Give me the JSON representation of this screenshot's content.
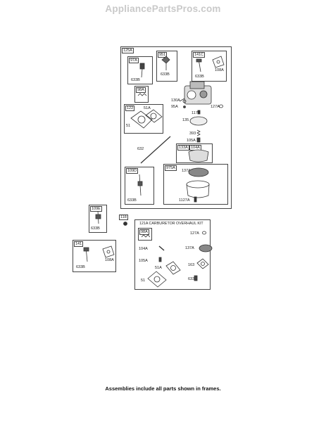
{
  "watermark": "AppliancePartsPros.com",
  "footer": "Assemblies include all parts shown in frames.",
  "frames": {
    "f125A": "125A",
    "f97A": "97A",
    "f951": "951",
    "f141C": "141C",
    "f98A": "98A",
    "f122": "122",
    "f133A": "133A",
    "f104A": "104A",
    "f109D": "109D",
    "f975A": "975A",
    "f109E": "109E",
    "f118": "118",
    "f141": "141",
    "kit": "121A CARBURETOR OVERHAUL KIT",
    "kit98A": "98A"
  },
  "parts": {
    "p633B_1": "633B",
    "p633B_2": "633B",
    "p633B_3": "633B",
    "p108A_1": "108A",
    "p130A": "130A",
    "p95A": "95A",
    "p127A": "127A",
    "p117": "117",
    "p135": "135",
    "p51A": "51A",
    "p51": "51",
    "p393": "393",
    "p105A": "105A",
    "p632": "632",
    "p137A": "137A",
    "p633B_4": "633B",
    "p1127A": "1127A",
    "p633B_5": "633B",
    "p633B_6": "633B",
    "p108A_2": "108A",
    "k127A": "127A",
    "k104A": "104A",
    "k137A": "137A",
    "k105A": "105A",
    "k163": "163",
    "k51A": "51A",
    "k51": "51",
    "k633B": "633B"
  }
}
